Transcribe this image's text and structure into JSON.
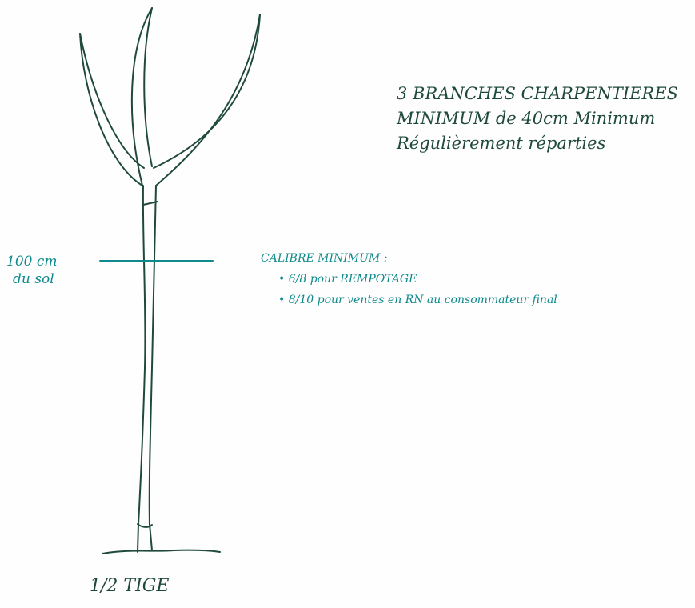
{
  "notes": {
    "structure": [
      "3 BRANCHES CHARPENTIERES",
      "MINIMUM de 40cm Minimum",
      "Régulièrement réparties"
    ]
  },
  "height_mark": {
    "label_lines": [
      "100 cm",
      "du sol"
    ],
    "color": "#0f8a8c"
  },
  "calibre": {
    "heading": "CALIBRE MINIMUM :",
    "items": [
      "6/8 pour REMPOTAGE",
      "8/10 pour ventes en RN au consommateur final"
    ]
  },
  "caption": "1/2 TIGE",
  "colors": {
    "ink_dark": "#1f4a3a",
    "ink_teal": "#0f8a8c"
  }
}
